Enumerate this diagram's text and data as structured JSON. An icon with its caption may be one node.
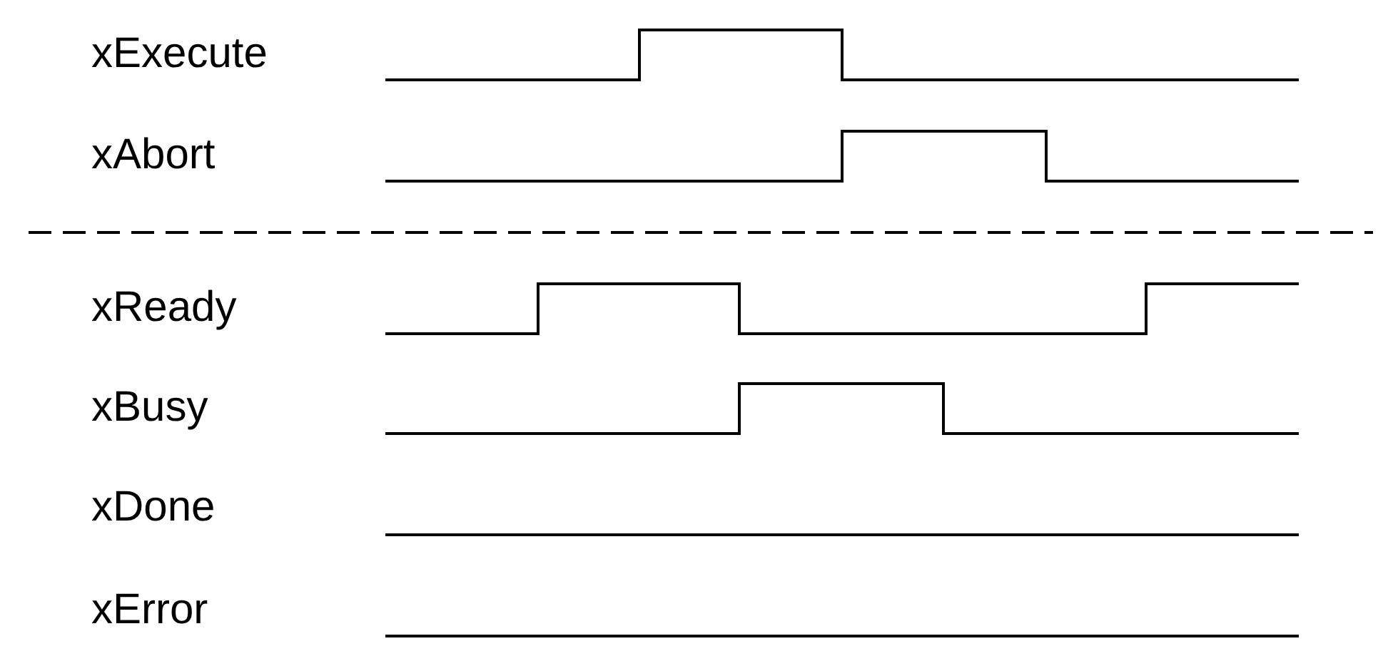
{
  "diagram": {
    "labels": [
      "xExecute",
      "xAbort",
      "xReady",
      "xBusy",
      "xDone",
      "xError"
    ]
  }
}
